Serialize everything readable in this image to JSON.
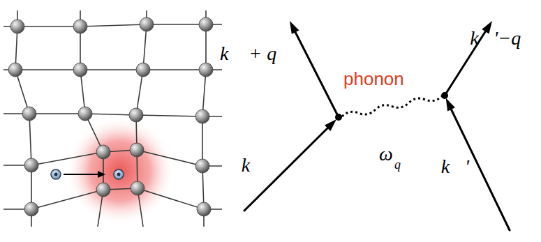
{
  "diagram": {
    "labels": [
      "k⃗ + q⃗",
      "k⃗",
      "phonon",
      "ω",
      "q⃗",
      "k⃗'−q⃗",
      "k⃗'"
    ]
  }
}
